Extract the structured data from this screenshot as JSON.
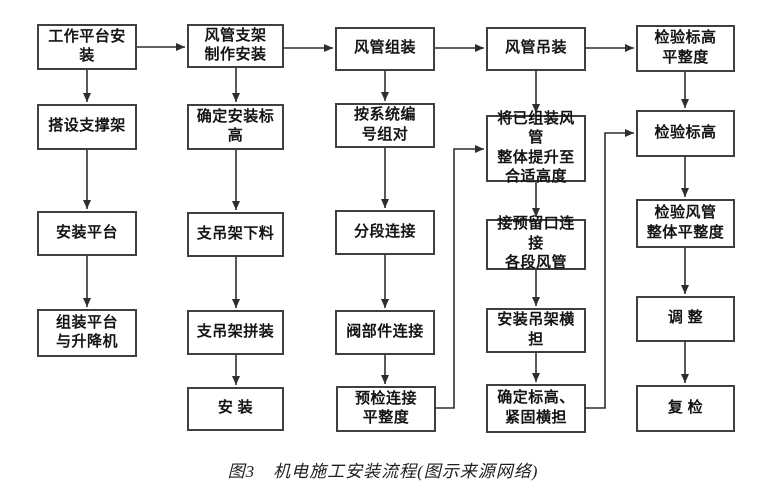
{
  "figure": {
    "caption": "图3　机电施工安装流程(图示来源网络)"
  },
  "flowchart": {
    "columns": [
      {
        "name": "work-platform-column",
        "boxes": [
          {
            "label": "工作平台安装"
          },
          {
            "label": "搭设支撑架"
          },
          {
            "label": "安装平台"
          },
          {
            "label": "组装平台\n与升降机"
          }
        ]
      },
      {
        "name": "duct-bracket-column",
        "boxes": [
          {
            "label": "风管支架\n制作安装"
          },
          {
            "label": "确定安装标高"
          },
          {
            "label": "支吊架下料"
          },
          {
            "label": "支吊架拼装"
          },
          {
            "label": "安 装"
          }
        ]
      },
      {
        "name": "duct-assembly-column",
        "boxes": [
          {
            "label": "风管组装"
          },
          {
            "label": "按系统编\n号组对"
          },
          {
            "label": "分段连接"
          },
          {
            "label": "阀部件连接"
          },
          {
            "label": "预检连接\n平整度"
          }
        ]
      },
      {
        "name": "duct-hoisting-column",
        "boxes": [
          {
            "label": "风管吊装"
          },
          {
            "label": "将已组装风管\n整体提升至\n合适高度"
          },
          {
            "label": "接预留口连接\n各段风管"
          },
          {
            "label": "安装吊架横担"
          },
          {
            "label": "确定标高、\n紧固横担"
          }
        ]
      },
      {
        "name": "inspection-column",
        "boxes": [
          {
            "label": "检验标高\n平整度"
          },
          {
            "label": "检验标高"
          },
          {
            "label": "检验风管\n整体平整度"
          },
          {
            "label": "调 整"
          },
          {
            "label": "复 检"
          }
        ]
      }
    ]
  },
  "colors": {
    "line": "#2e2e2e",
    "box_border": "#3f3f3f",
    "text": "#141414",
    "background": "#ffffff"
  }
}
